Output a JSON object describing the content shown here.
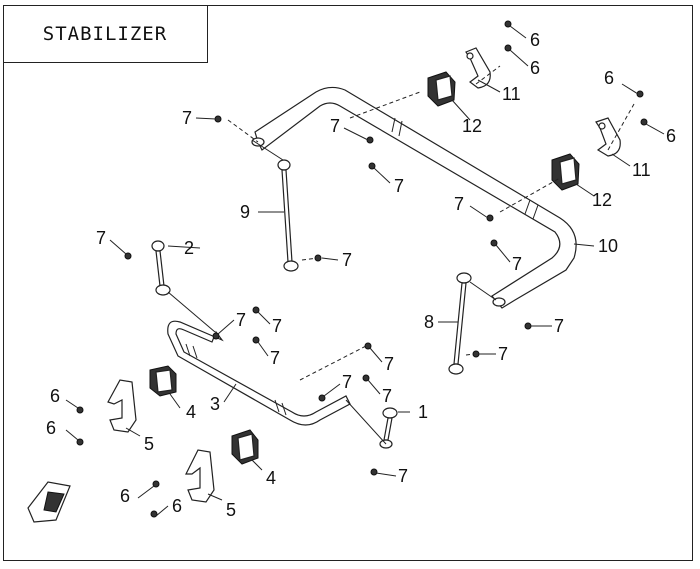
{
  "title": "STABILIZER",
  "callouts": {
    "c1": "1",
    "c2": "2",
    "c3": "3",
    "c4a": "4",
    "c4b": "4",
    "c5a": "5",
    "c5b": "5",
    "c6a": "6",
    "c6b": "6",
    "c6c": "6",
    "c6d": "6",
    "c6e": "6",
    "c6f": "6",
    "c6g": "6",
    "c6h": "6",
    "c7a": "7",
    "c7b": "7",
    "c7c": "7",
    "c7d": "7",
    "c7e": "7",
    "c7f": "7",
    "c7g": "7",
    "c7h": "7",
    "c7i": "7",
    "c7j": "7",
    "c7k": "7",
    "c7l": "7",
    "c7m": "7",
    "c7n": "7",
    "c7o": "7",
    "c7p": "7",
    "c8": "8",
    "c9": "9",
    "c10": "10",
    "c11a": "11",
    "c11b": "11",
    "c12a": "12",
    "c12b": "12"
  }
}
